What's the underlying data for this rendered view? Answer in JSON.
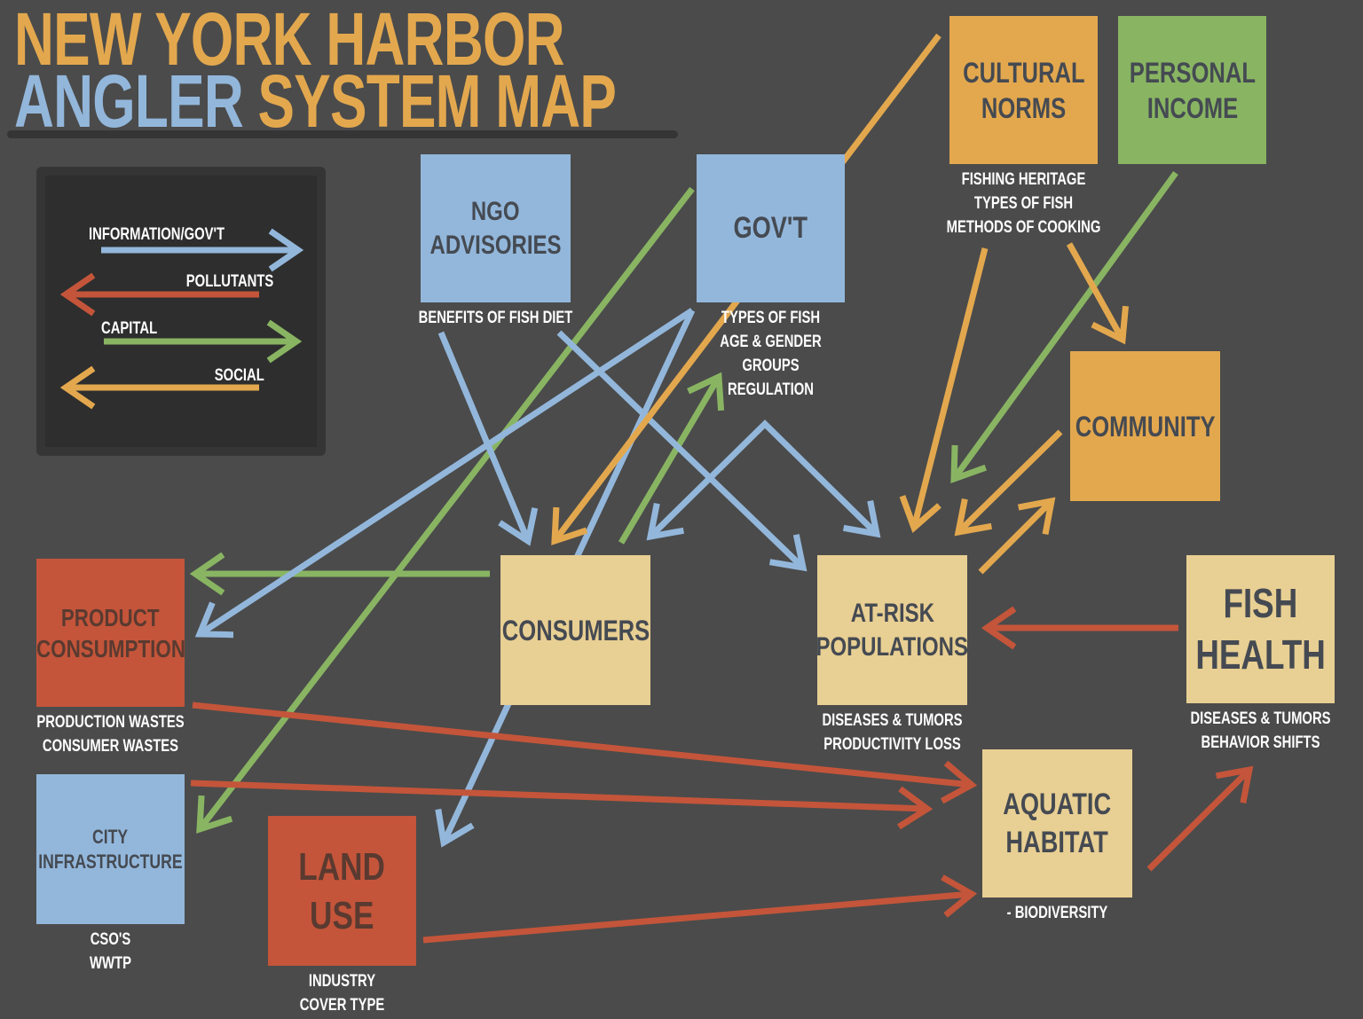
{
  "title": {
    "line1": "NEW YORK HARBOR",
    "line2a": "ANGLER",
    "line2b": "SYSTEM MAP"
  },
  "legend": {
    "information": "INFORMATION/GOV'T",
    "pollutants": "POLLUTANTS",
    "capital": "CAPITAL",
    "social": "SOCIAL"
  },
  "colors": {
    "background": "#4b4b4b",
    "information": "#93b7db",
    "pollutants": "#c4553a",
    "capital": "#89b563",
    "social": "#e3a84e",
    "tan": "#e8cf93"
  },
  "nodes": {
    "ngo": {
      "label": [
        "NGO",
        "ADVISORIES"
      ],
      "notes": [
        "BENEFITS OF FISH DIET"
      ]
    },
    "govt": {
      "label": [
        "GOV'T"
      ],
      "notes": [
        "TYPES OF FISH",
        "AGE & GENDER",
        "GROUPS",
        "REGULATION"
      ]
    },
    "cultural": {
      "label": [
        "CULTURAL",
        "NORMS"
      ],
      "notes": [
        "FISHING HERITAGE",
        "TYPES OF FISH",
        "METHODS OF COOKING"
      ]
    },
    "income": {
      "label": [
        "PERSONAL",
        "INCOME"
      ],
      "notes": []
    },
    "community": {
      "label": [
        "COMMUNITY"
      ],
      "notes": []
    },
    "product": {
      "label": [
        "PRODUCT",
        "CONSUMPTION"
      ],
      "notes": [
        "PRODUCTION WASTES",
        "CONSUMER WASTES"
      ]
    },
    "consumers": {
      "label": [
        "CONSUMERS"
      ],
      "notes": []
    },
    "atrisk": {
      "label": [
        "AT-RISK",
        "POPULATIONS"
      ],
      "notes": [
        "DISEASES & TUMORS",
        "PRODUCTIVITY LOSS"
      ]
    },
    "fishhealth": {
      "label": [
        "FISH",
        "HEALTH"
      ],
      "notes": [
        "DISEASES & TUMORS",
        "BEHAVIOR SHIFTS"
      ]
    },
    "aquatic": {
      "label": [
        "AQUATIC",
        "HABITAT"
      ],
      "notes": [
        "- BIODIVERSITY"
      ]
    },
    "city": {
      "label": [
        "CITY",
        "INFRASTRUCTURE"
      ],
      "notes": [
        "CSO'S",
        "WWTP"
      ]
    },
    "landuse": {
      "label": [
        "LAND",
        "USE"
      ],
      "notes": [
        "INDUSTRY",
        "COVER TYPE"
      ]
    }
  }
}
